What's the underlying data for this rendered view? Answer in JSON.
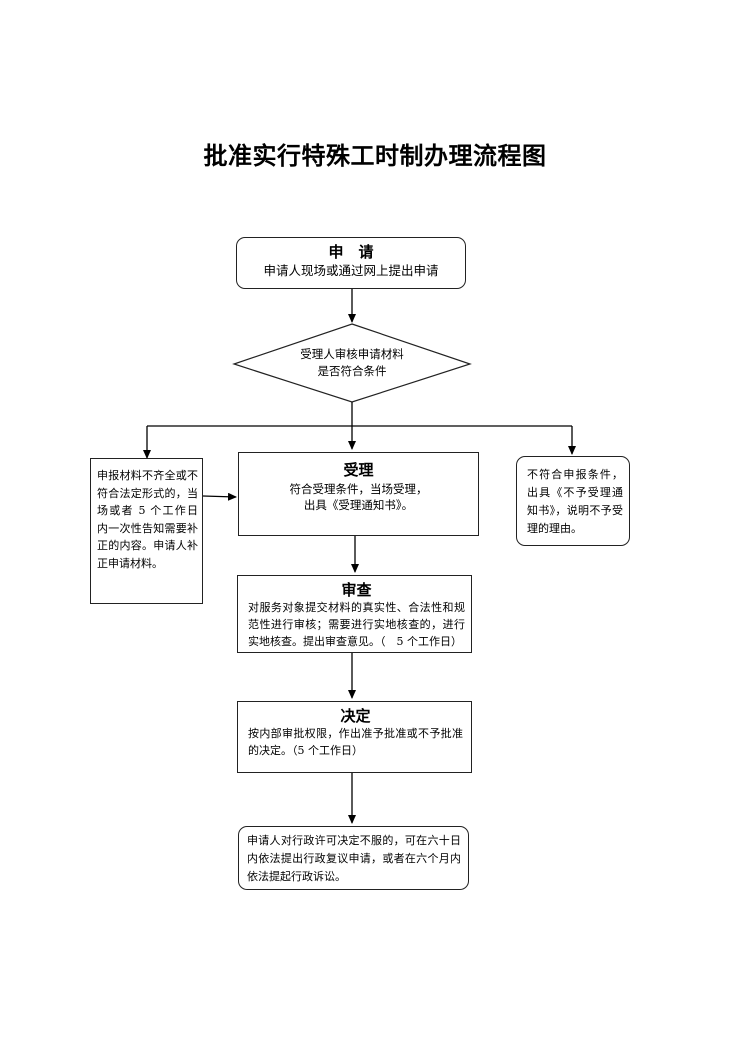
{
  "title": "批准实行特殊工时制办理流程图",
  "apply": {
    "heading": "申　请",
    "text": "申请人现场或通过网上提出申请"
  },
  "check": {
    "line1": "受理人审核申请材料",
    "line2": "是否符合条件"
  },
  "supplement": {
    "text": "申报材料不齐全或不符合法定形式的，当场或者 5 个工作日内一次性告知需要补正的内容。申请人补正申请材料。"
  },
  "accept": {
    "heading": "受理",
    "line1": "符合受理条件，当场受理，",
    "line2": "出具《受理通知书》。"
  },
  "reject": {
    "text": "不符合申报条件，出具《不予受理通知书》，说明不予受理的理由。"
  },
  "review": {
    "heading": "审查",
    "text": "对服务对象提交材料的真实性、合法性和规范性进行审核；需要进行实地核查的，进行实地核查。提出审查意见。（　5 个工作日）"
  },
  "decision": {
    "heading": "决定",
    "text": "按内部审批权限，作出准予批准或不予批准的决定。（5 个工作日）"
  },
  "appeal": {
    "text": "申请人对行政许可决定不服的，可在六十日内依法提出行政复议申请，或者在六个月内依法提起行政诉讼。"
  }
}
